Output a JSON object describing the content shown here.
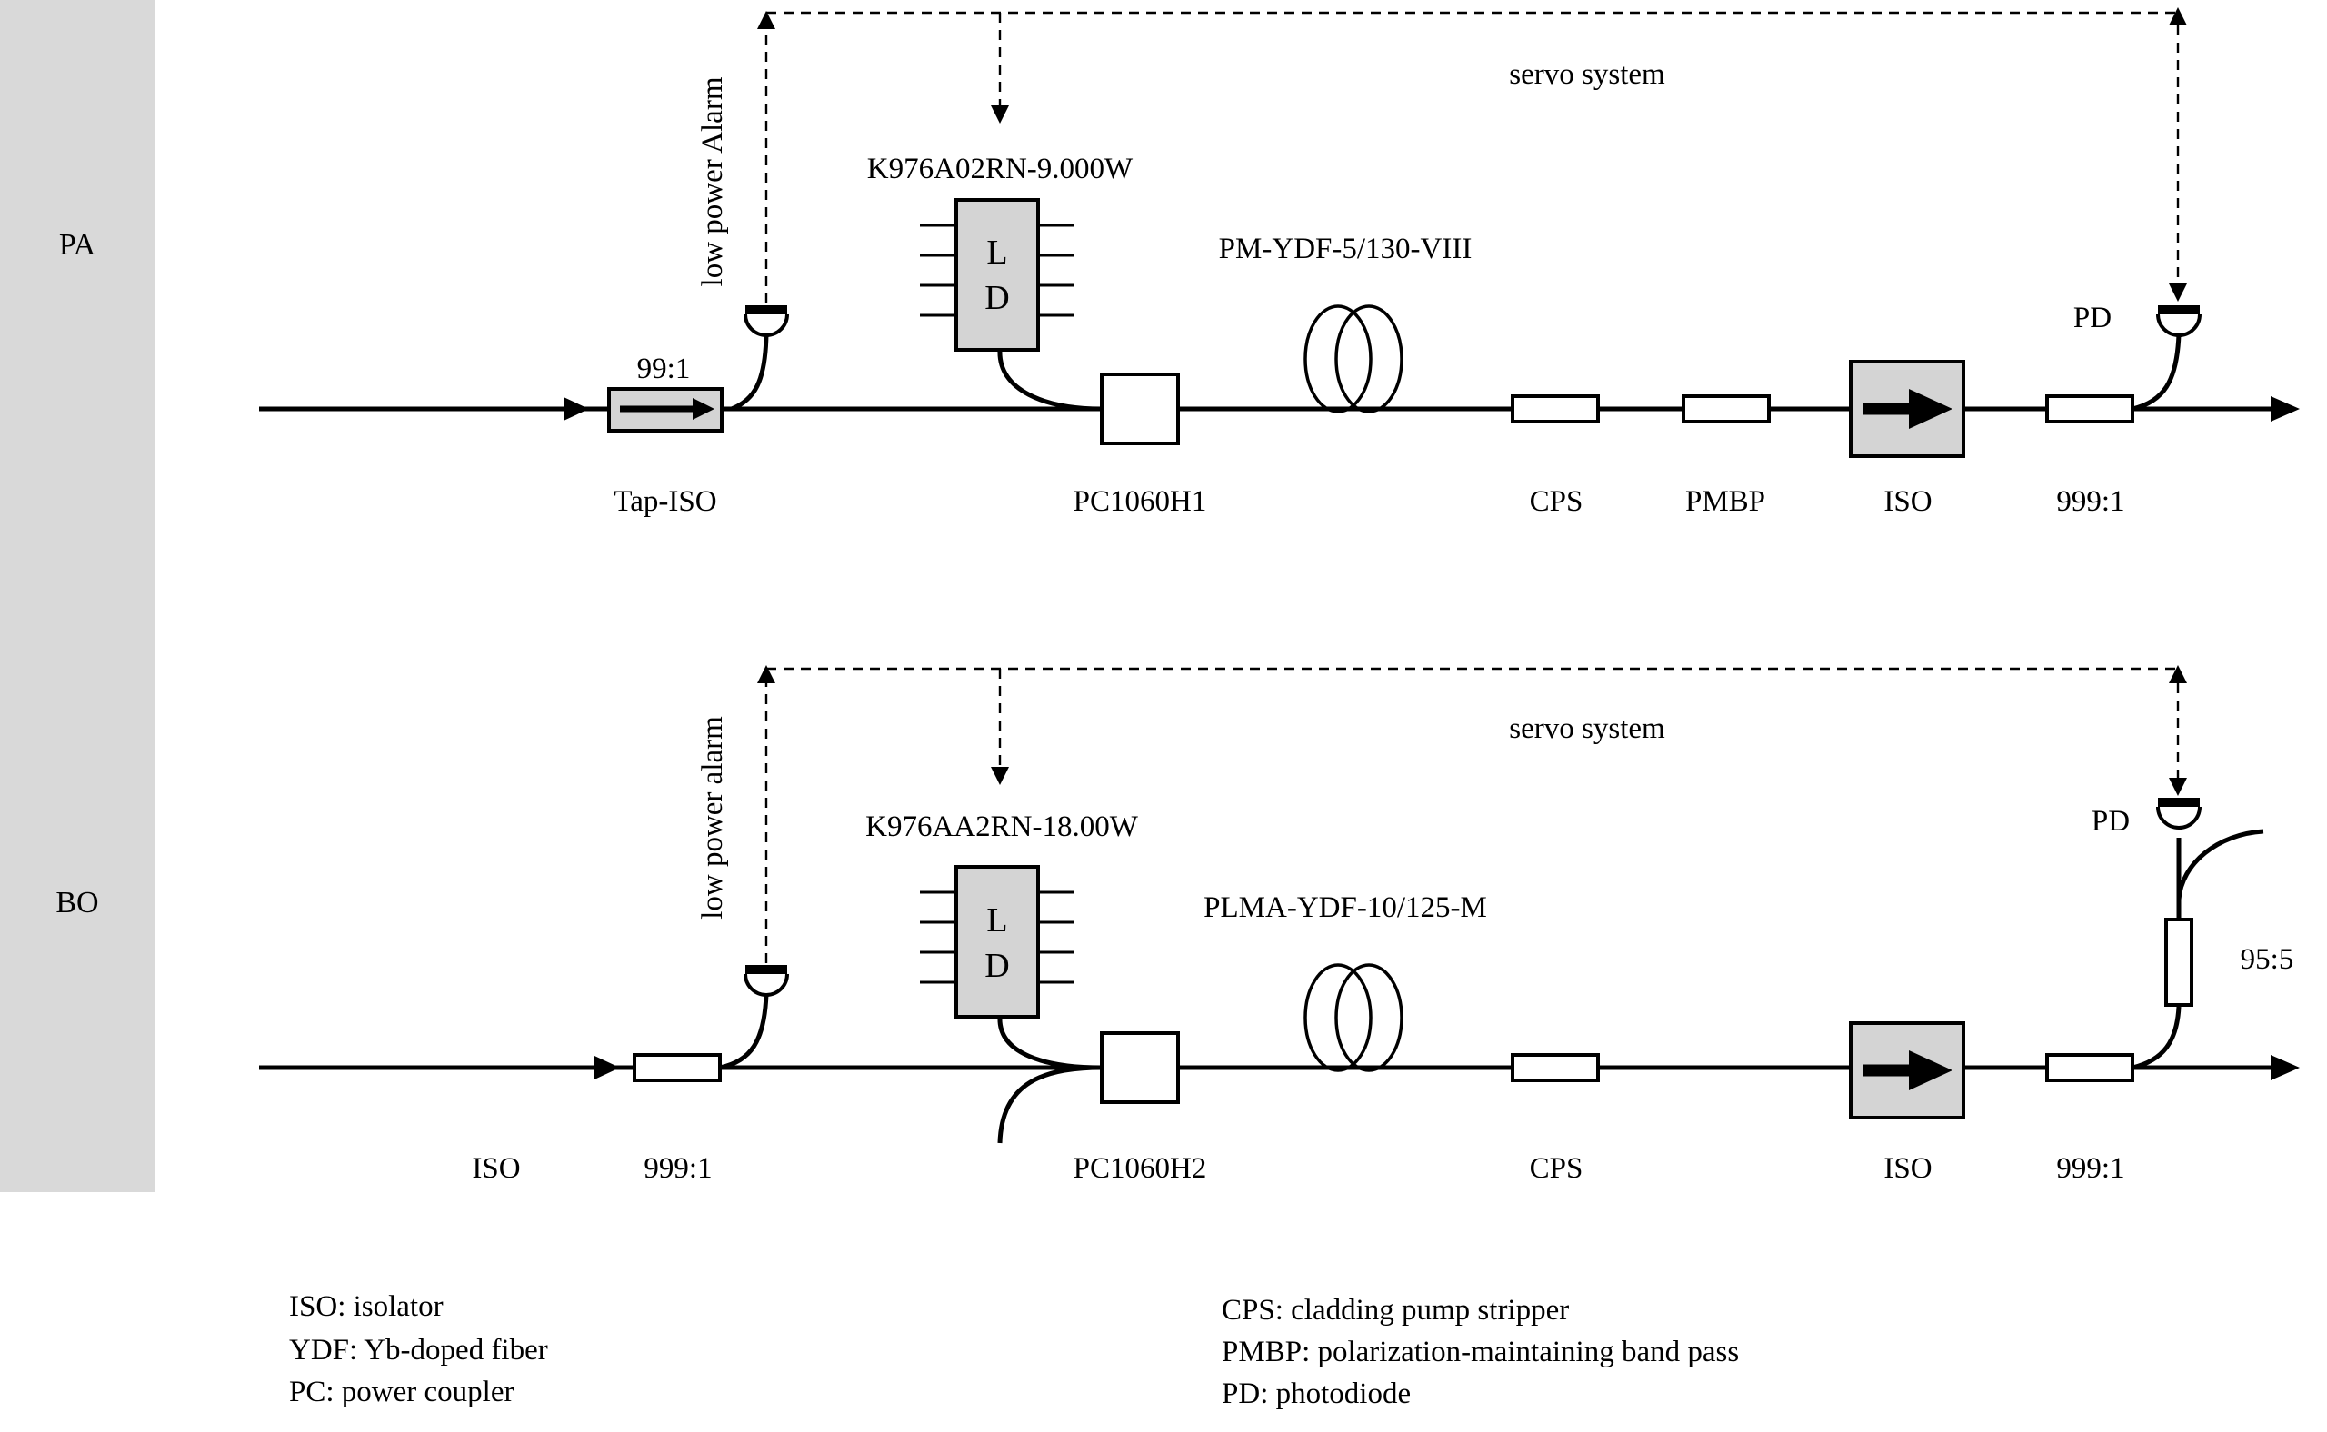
{
  "sections": {
    "pa": "PA",
    "bo": "BO"
  },
  "pa": {
    "servo": "servo system",
    "alarm": "low power Alarm",
    "laser": "K976A02RN-9.000W",
    "ld_top": "L",
    "ld_bottom": "D",
    "fiber": "PM-YDF-5/130-VIII",
    "tap_ratio": "99:1",
    "pd": "PD",
    "tap_iso": "Tap-ISO",
    "coupler": "PC1060H1",
    "cps": "CPS",
    "pmbp": "PMBP",
    "iso": "ISO",
    "out_ratio": "999:1"
  },
  "bo": {
    "servo": "servo system",
    "alarm": "low power alarm",
    "laser": "K976AA2RN-18.00W",
    "ld_top": "L",
    "ld_bottom": "D",
    "fiber": "PLMA-YDF-10/125-M",
    "pd": "PD",
    "split_ratio": "95:5",
    "iso_in": "ISO",
    "tap_ratio": "999:1",
    "coupler": "PC1060H2",
    "cps": "CPS",
    "iso": "ISO",
    "out_ratio": "999:1"
  },
  "legend": {
    "left": [
      {
        "term": "ISO",
        "desc": ": isolator"
      },
      {
        "term": "YDF",
        "desc": ": Yb-doped fiber"
      },
      {
        "term": "PC",
        "desc": ": power coupler"
      }
    ],
    "right": [
      {
        "term": "CPS",
        "desc": ": cladding pump stripper"
      },
      {
        "term": "PMBP",
        "desc": ": polarization-maintaining band pass"
      },
      {
        "term": "PD",
        "desc": ": photodiode"
      }
    ]
  },
  "colors": {
    "side_bar": "#d9d9d9",
    "component_fill": "#d4d4d4",
    "line": "#000000"
  }
}
